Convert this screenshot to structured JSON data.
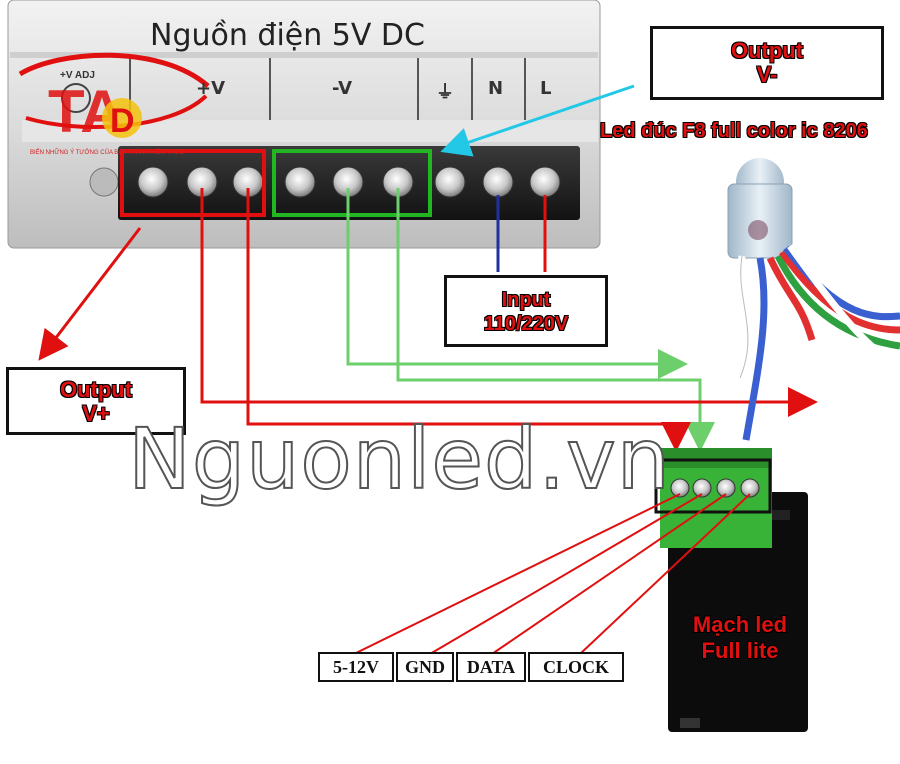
{
  "psu": {
    "title": "Nguồn điện 5V DC",
    "adj_label": "+V ADJ",
    "terminals": [
      "+V",
      "-V",
      "⏚",
      "N",
      "L"
    ]
  },
  "labels": {
    "output_v_minus": [
      "Output",
      "V-"
    ],
    "output_v_plus": [
      "Output",
      "V+"
    ],
    "input": [
      "Input",
      "110/220V"
    ],
    "led_module": "Led đúc F8 full color ic 8206",
    "controller": [
      "Mạch led",
      "Full lite"
    ]
  },
  "pins": [
    "5-12V",
    "GND",
    "DATA",
    "CLOCK"
  ],
  "watermark": "Nguonled.vn",
  "logo": {
    "letters": "TA D",
    "tagline": "BIẾN NHỮNG Ý TƯỞNG CỦA BẠN THÀNH HIỆN THỰC"
  },
  "colors": {
    "wire_red": "#e01010",
    "wire_green": "#6ccf6c",
    "wire_blue": "#2030a0",
    "box_red": "#e01010",
    "box_green": "#22b722",
    "arrow_cyan": "#22c8e6",
    "terminal_green": "#3fbf3f"
  }
}
